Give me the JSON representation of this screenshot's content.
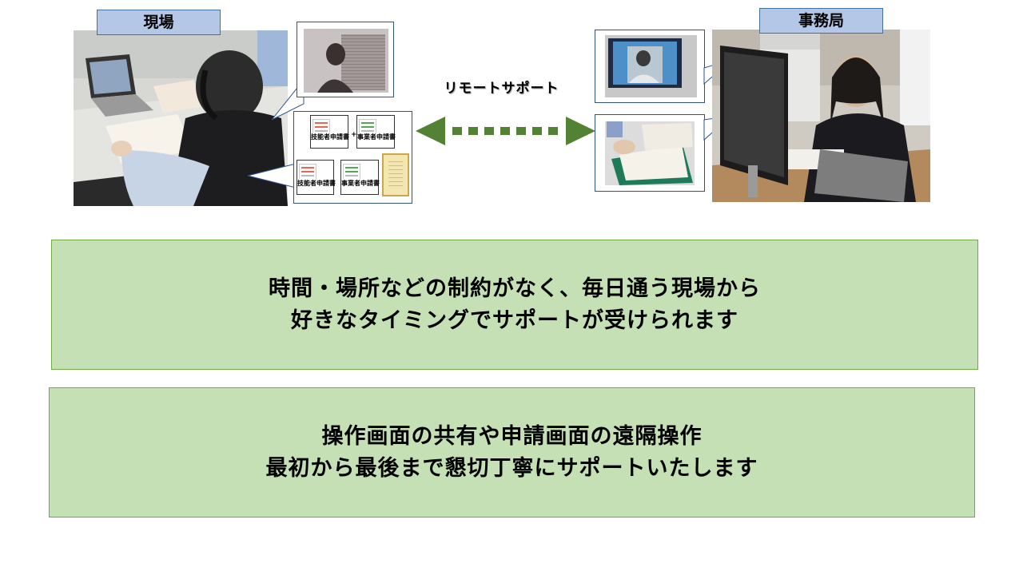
{
  "left_site": {
    "label": "現場",
    "documents": [
      {
        "label": "技能者申請書"
      },
      {
        "label": "事業者申請書"
      },
      {
        "label": "技能者申請書"
      },
      {
        "label": "事業者申請書"
      }
    ],
    "plus": "+"
  },
  "right_site": {
    "label": "事務局"
  },
  "connector": {
    "label": "リモートサポート",
    "color": "#548235"
  },
  "panels": [
    {
      "line1": "時間・場所などの制約がなく、毎日通う現場から",
      "line2": "好きなタイミングでサポートが受けられます"
    },
    {
      "line1": "操作画面の共有や申請画面の遠隔操作",
      "line2": "最初から最後まで懇切丁寧にサポートいたします"
    }
  ],
  "colors": {
    "panel_fill": "#c5e0b4",
    "panel_border": "#70ad47",
    "label_fill": "#b4c7e7",
    "label_border": "#41719c"
  }
}
